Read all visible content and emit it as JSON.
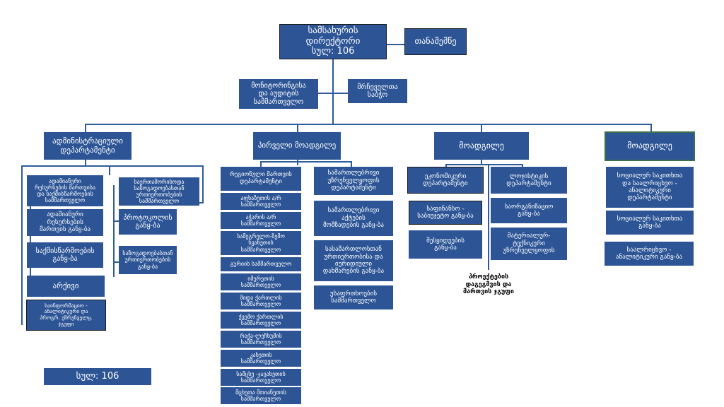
{
  "director": {
    "title": "სამსახურის\nდირექტორი",
    "count": "სულ: 106"
  },
  "assistant": "თანაშემწე",
  "monitoring": "მონიტორინგისა\nდა აუდიტის\nსამმართველო",
  "advisors": "მრჩეველთა\nსაბჭო",
  "branches": {
    "admin": {
      "title": "ადმინისტრაციული\nდეპარტამენტი",
      "units": [
        "ადამიანური\nრესურსების მართვისა\nდა საქმისწარმოების\nსამმართველო",
        "ადამიანური\nრესურსების\nმართვის განყ-ბა",
        "საქმისწარმოების\nგანყ-ბა",
        "არქივი",
        "საინფორმაციო -\nანალიტიკური და\nპროგრ. უზრუნველყ.\nჯგუფი"
      ],
      "units_right": [
        "საერთაშორისოდა\nსაზოგადოებასთან\nურთიერთობების\nსამმართველო",
        "პროტოკოლის\nგანყ-ბა",
        "საზოგადოებასთან\nურთიერთობების\nგანყ-ბა"
      ]
    },
    "first_deputy": {
      "title": "პირველი მოადგილე",
      "regional": [
        "რეგიონული მართვის\nდეპარტამენტი",
        "აფხაზეთის ა/რ\nსამმართველო",
        "აჭარის ა/რ\nსამმართველო",
        "სამეგრელო-ზემო\nსვანეთის\nსამმართველო",
        "გურიის სამმართველო",
        "იმერეთის\nსამმართველო",
        "შიდა ქართლის\nსამმართველო",
        "ქვემო ქართლის\nსამმართველო",
        "რაჭა-ლეჩხუმის\nსამმართველო",
        "კახეთის\nსამმართველო",
        "სამცხე -ჯავახეთის\nსამმართველო",
        "მცხეთა მთიანეთის\nსამმართველო"
      ],
      "legal": [
        "სამართლებრივი\nუზრუნველყოფის\nდეპარტამენტი",
        "სამართლებრივი\nაქტების\nმომზადების განყ-ბა",
        "სასამართლოსთან\nურთიერთობისა და\nიურიდიული\nდახმარების განყ-ბა",
        "უსაფრთხოების\nსამმართველო"
      ]
    },
    "deputy": {
      "title": "მოადგილე",
      "economic": [
        "ეკონომიკური\nდეპარტამენტი",
        "საფინანსო -\nსაბიუჯეტო განყ-ბა",
        "შესყიდვების\nგანყ-ბა"
      ],
      "logistics": [
        "ლოჯისტიკის\nდეპარტამენტი",
        "საორგანიზაციო\nგანყ-ბა",
        "მატერიალურ-\nტექნიკური\nუზრუნველყოფის"
      ],
      "project_group": "პროექტების\nდაგეგმვის და\nმართვის ჯგუფი"
    },
    "deputy2": {
      "title": "მოადგილე",
      "units": [
        "სოციალურ საკითხთა\nდა საალრიცხვო -\nანალიტიკური\nდეპარტამენტი",
        "სოციალურ საკითხთა\nგანყ-ბა",
        "საალრიცხვო -\nანალიტიკური განყ-ბა"
      ]
    }
  },
  "total": "სულ: 106",
  "colors": {
    "box": "#2d5596",
    "line": "#2e5b9a",
    "border": "#1a1a1a"
  }
}
